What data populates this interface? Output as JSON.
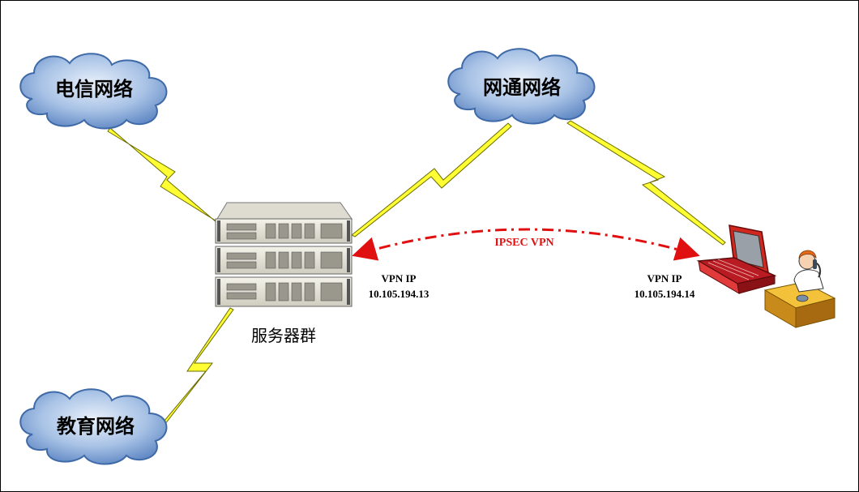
{
  "networks": {
    "telecom": "电信网络",
    "netcom": "网通网络",
    "education": "教育网络"
  },
  "server": {
    "label": "服务器群",
    "vpn_label": "VPN IP",
    "vpn_ip": "10.105.194.13"
  },
  "client": {
    "vpn_label": "VPN IP",
    "vpn_ip": "10.105.194.14"
  },
  "tunnel": {
    "label": "IPSEC  VPN",
    "color": "#e01010"
  },
  "colors": {
    "cloud_fill": "#7fa6d8",
    "cloud_highlight": "#dbe7f6",
    "lightning": "#ffff00",
    "server_body": "#e8e6da",
    "laptop": "#c8102e"
  },
  "icons": {
    "cloud": "cloud-icon",
    "server": "rack-server-icon",
    "laptop": "laptop-icon",
    "person": "person-at-desk-icon",
    "lightning": "lightning-bolt-icon"
  }
}
